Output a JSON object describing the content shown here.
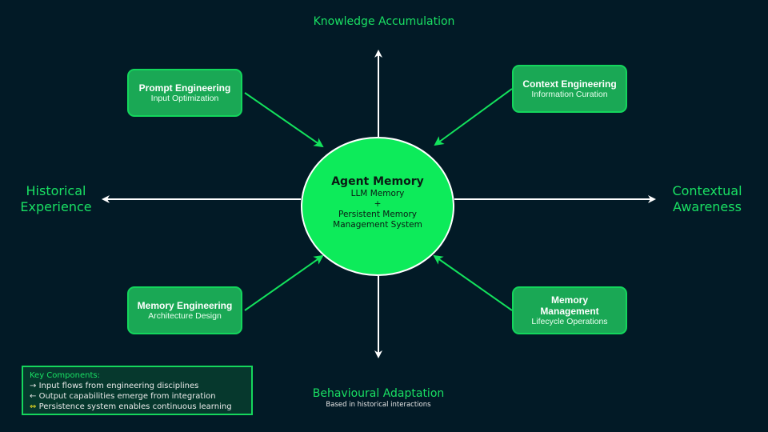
{
  "hub": {
    "title": "Agent Memory",
    "lines": [
      "LLM Memory",
      "+",
      "Persistent Memory",
      "Management System"
    ]
  },
  "inputs": [
    {
      "title": "Prompt Engineering",
      "subtitle": "Input Optimization"
    },
    {
      "title": "Context Engineering",
      "subtitle": "Information Curation"
    },
    {
      "title": "Memory Engineering",
      "subtitle": "Architecture Design"
    },
    {
      "title": "Memory Management",
      "subtitle": "Lifecycle Operations"
    }
  ],
  "outputs": {
    "top": {
      "title": "Knowledge Accumulation"
    },
    "left": {
      "title_line1": "Historical",
      "title_line2": "Experience"
    },
    "right": {
      "title_line1": "Contextual",
      "title_line2": "Awareness"
    },
    "bottom": {
      "title": "Behavioural Adaptation",
      "subtitle": "Based in historical interactions"
    }
  },
  "legend": {
    "heading": "Key Components:",
    "items": [
      {
        "symbol": "→",
        "text": "Input flows from engineering disciplines"
      },
      {
        "symbol": "←",
        "text": "Output capabilities emerge from integration"
      },
      {
        "symbol": "⇔",
        "text": "Persistence system enables continuous learning"
      }
    ]
  },
  "colors": {
    "background": "#021a26",
    "accent": "#0deb5a",
    "box_fill": "#1aa855",
    "label_green": "#19e063",
    "legend_symbol_yellow": "#f0e020"
  }
}
